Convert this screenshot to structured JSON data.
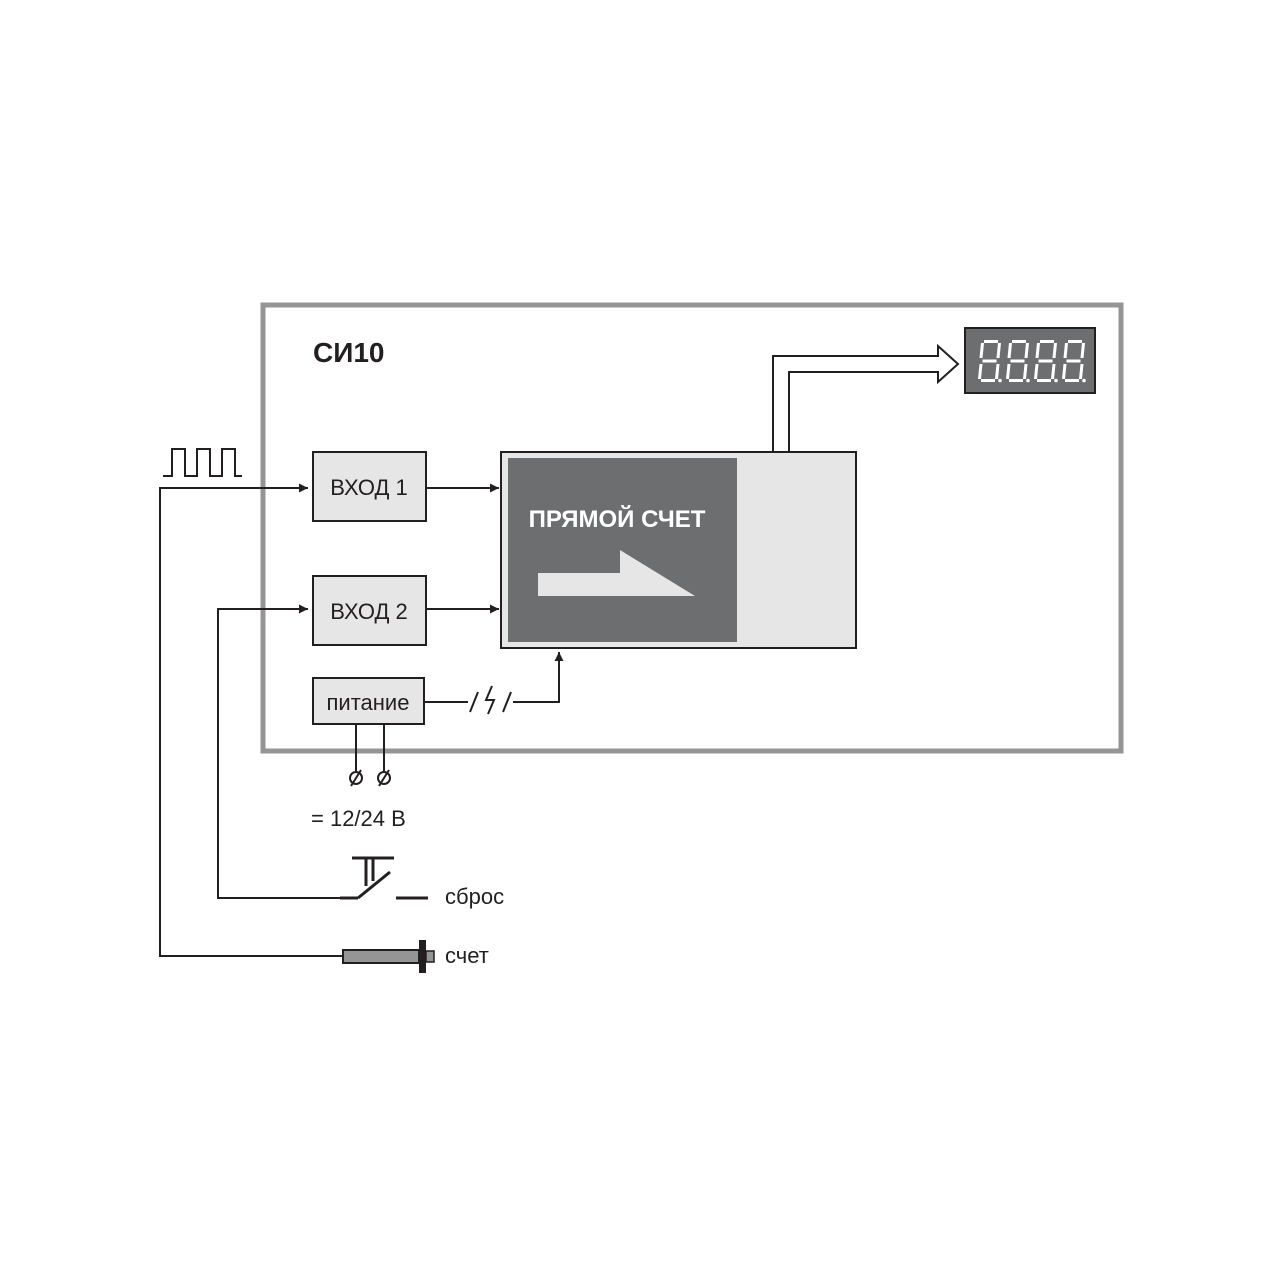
{
  "device": {
    "title": "СИ10",
    "input1_label": "ВХОД 1",
    "input2_label": "ВХОД 2",
    "power_label": "питание",
    "mode_label": "ПРЯМОЙ СЧЕТ"
  },
  "external": {
    "voltage_label": "= 12/24 В",
    "reset_label": "сброс",
    "count_label": "счет"
  },
  "display": {
    "digits": 4
  },
  "colors": {
    "frame": "#959595",
    "block_fill": "#e6e6e6",
    "mode_panel": "#6d6e70",
    "line": "#231f20"
  }
}
